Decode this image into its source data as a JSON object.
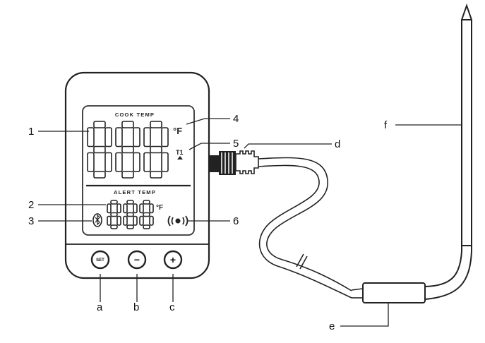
{
  "device": {
    "cook_temp_label": "COOK TEMP",
    "alert_temp_label": "ALERT TEMP",
    "main_digits": "888",
    "alert_digits": "888",
    "unit_symbol": "°F",
    "timer_symbol": "T1",
    "set_button_label": "SET",
    "minus_button_label": "−",
    "plus_button_label": "+"
  },
  "callouts": {
    "c1": "1",
    "c2": "2",
    "c3": "3",
    "c4": "4",
    "c5": "5",
    "c6": "6",
    "a": "a",
    "b": "b",
    "c": "c",
    "d": "d",
    "e": "e",
    "f": "f"
  }
}
